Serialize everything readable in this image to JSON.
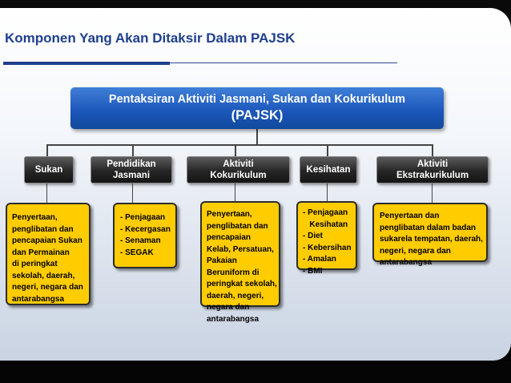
{
  "title": "Komponen Yang Akan Ditaksir  Dalam PAJSK",
  "root": {
    "line1": "Pentaksiran Aktiviti Jasmani, Sukan dan Kokurikulum",
    "line2": "(PAJSK)"
  },
  "components": [
    {
      "header": [
        "Sukan"
      ],
      "items": [
        "Penyertaan,",
        "penglibatan dan",
        "pencapaian Sukan",
        "dan Permainan",
        "di peringkat",
        "sekolah, daerah,",
        "negeri, negara dan",
        "antarabangsa"
      ]
    },
    {
      "header": [
        "Pendidikan",
        "Jasmani"
      ],
      "items": [
        "Penjagaan",
        "Kecergasan",
        "Senaman",
        "SEGAK"
      ]
    },
    {
      "header": [
        "Aktiviti",
        "Kokurikulum"
      ],
      "items": [
        "Penyertaan,",
        "penglibatan dan",
        "pencapaian",
        "Kelab, Persatuan,",
        "Pakaian",
        "Beruniform di",
        "peringkat sekolah,",
        "daerah, negeri,",
        "negara dan",
        "antarabangsa"
      ]
    },
    {
      "header": [
        "Kesihatan"
      ],
      "items": [
        "Penjagaan",
        "Kesihatan",
        "Diet",
        "Kebersihan",
        "Amalan",
        "BMI"
      ]
    },
    {
      "header": [
        "Aktiviti",
        "Ekstrakurikulum"
      ],
      "items": [
        "Penyertaan dan",
        "penglibatan dalam badan",
        "sukarela tempatan, daerah,",
        "negeri, negara dan",
        "antarabangsa"
      ]
    }
  ],
  "colors": {
    "title": "#1f3f8c",
    "root_box": "#1a55b8",
    "header_box": "#262626",
    "card": "#ffcc00"
  }
}
